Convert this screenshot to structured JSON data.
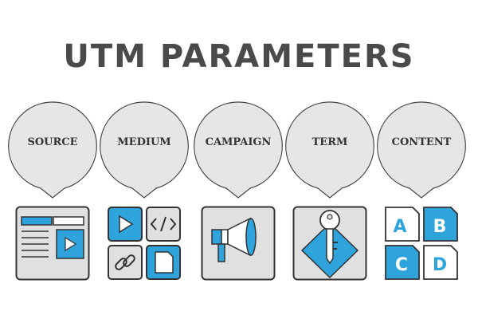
{
  "title": "UTM PARAMETERS",
  "colors": {
    "accent": "#2ea3dc",
    "stroke": "#333333",
    "panel": "#e0e0e0",
    "bubble": "#e6e6e6"
  },
  "parameters": [
    {
      "label": "SOURCE",
      "icon": "browser-window-video-icon"
    },
    {
      "label": "MEDIUM",
      "icon": "media-types-grid-icon"
    },
    {
      "label": "CAMPAIGN",
      "icon": "megaphone-icon"
    },
    {
      "label": "TERM",
      "icon": "key-icon"
    },
    {
      "label": "CONTENT",
      "icon": "abcd-cards-icon"
    }
  ],
  "content_letters": [
    "A",
    "B",
    "C",
    "D"
  ]
}
